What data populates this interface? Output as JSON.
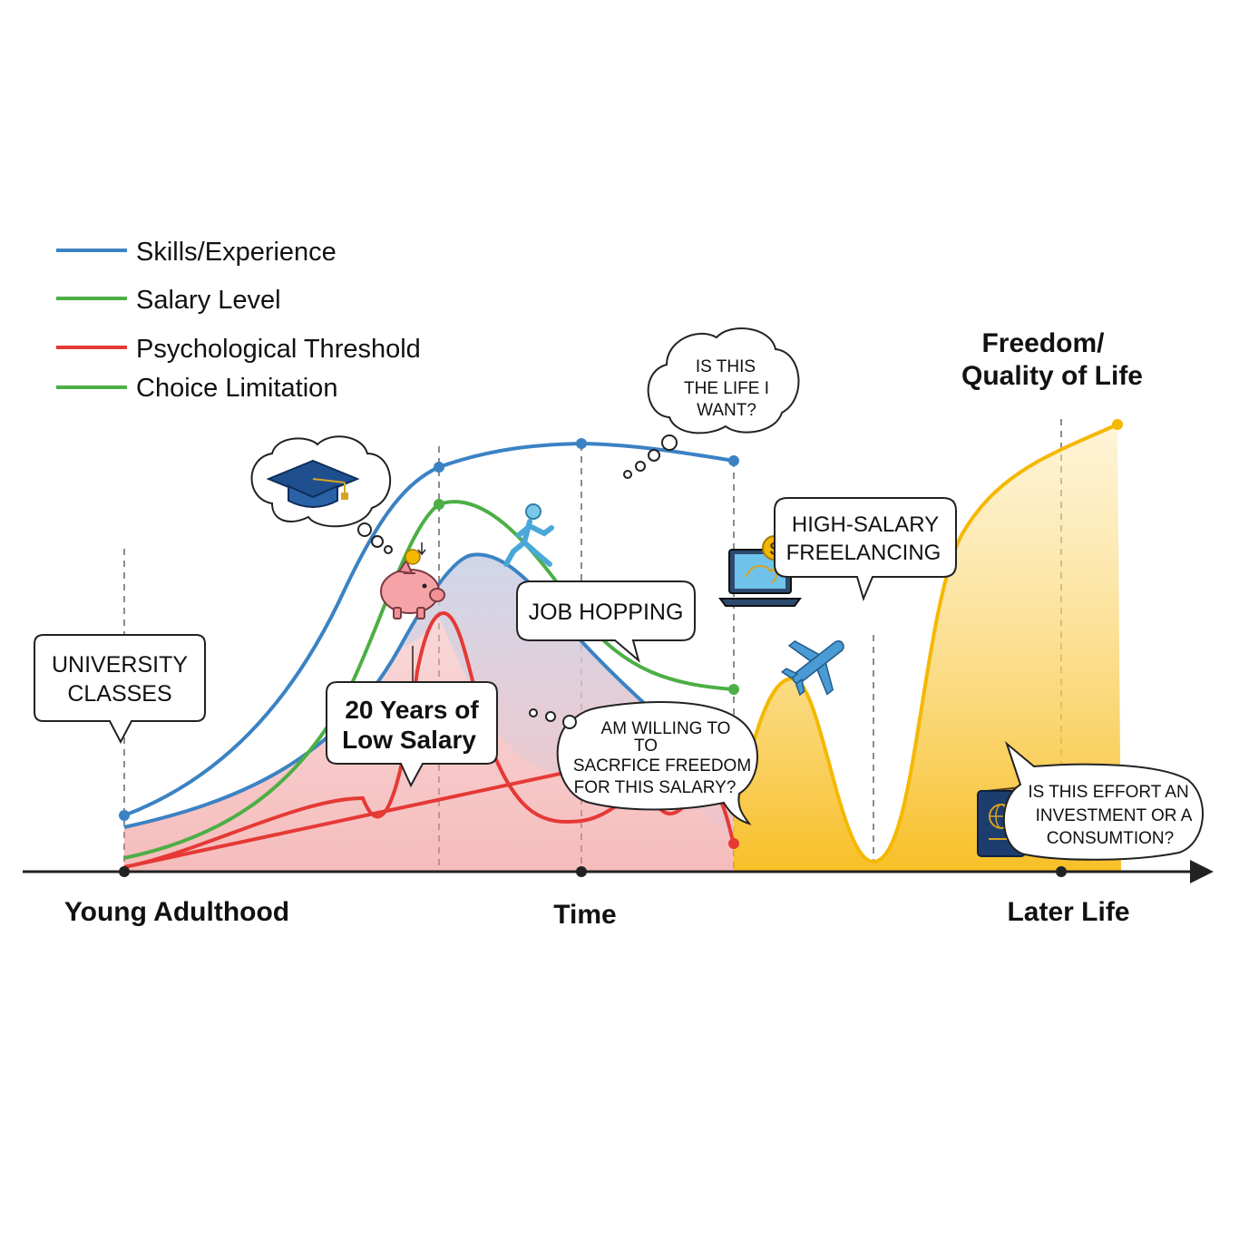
{
  "legend": [
    {
      "label": "Skills/Experience",
      "color": "#3b82c4"
    },
    {
      "label": "Salary Level",
      "color": "#4caf45"
    },
    {
      "label": "Psychological Threshold",
      "color": "#e53935"
    },
    {
      "label": "Choice Limitation",
      "color": "#4caf45"
    }
  ],
  "colors": {
    "skills": "#3b82c4",
    "salary": "#4caf45",
    "threshold": "#e53935",
    "freedom": "#f5b800",
    "axis": "#222222",
    "bubble_stroke": "#222222"
  },
  "axis": {
    "x_left": "Young Adulthood",
    "x_center": "Time",
    "x_right": "Later Life"
  },
  "freedom_title": {
    "line1": "Freedom/",
    "line2": "Quality of Life"
  },
  "callouts": {
    "university": [
      "UNIVERSITY",
      "CLASSES"
    ],
    "low_salary": [
      "20 Years of",
      "Low Salary"
    ],
    "job_hopping": [
      "JOB HOPPING"
    ],
    "life_want": [
      "IS THIS",
      "THE LIFE I",
      "WANT?"
    ],
    "freelancing": [
      "HIGH-SALARY",
      "FREELANCING"
    ],
    "sacrifice": [
      "AM WILLING TO",
      "TO",
      "SACRFICE FREEDOM",
      "FOR THIS SALARY?"
    ],
    "investment": [
      "IS THIS EFFORT AN",
      "INVESTMENT OR A",
      "CONSUMTION?"
    ]
  },
  "icons": [
    "graduation-cap-icon",
    "piggy-bank-icon",
    "coin-icon",
    "running-person-icon",
    "laptop-icon",
    "dollar-coin-icon",
    "airplane-icon",
    "passport-icon"
  ]
}
